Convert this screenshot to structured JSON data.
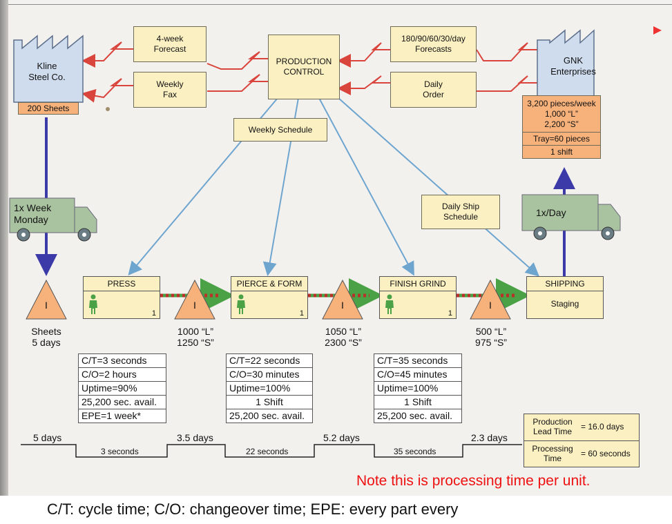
{
  "colors": {
    "box_fill": "#fbf0c2",
    "orange_fill": "#f7b27c",
    "electronic_flow": "#d9443c",
    "info_flow": "#6ea5cf",
    "material_flow": "#3b3aa8",
    "push_arrow": "#4aa146",
    "note": "#ee1111"
  },
  "supplier": {
    "name_line1": "Kline",
    "name_line2": "Steel Co.",
    "tag": "200 Sheets"
  },
  "customer": {
    "name_line1": "GNK",
    "name_line2": "Enterprises",
    "requirements": [
      "3,200 pieces/week",
      "1,000 “L”",
      "2,200 “S”"
    ],
    "tray": "Tray=60 pieces",
    "shift": "1 shift"
  },
  "control": {
    "line1": "PRODUCTION",
    "line2": "CONTROL"
  },
  "info_boxes": {
    "forecast4": [
      "4-week",
      "Forecast"
    ],
    "weekly_fax": [
      "Weekly",
      "Fax"
    ],
    "forecasts_cust": [
      "180/90/60/30/day",
      "Forecasts"
    ],
    "daily_order": [
      "Daily",
      "Order"
    ],
    "weekly_schedule": "Weekly Schedule",
    "daily_ship": [
      "Daily Ship",
      "Schedule"
    ]
  },
  "trucks": {
    "inbound": [
      "1x Week",
      "Monday"
    ],
    "outbound": "1x/Day"
  },
  "inventory_icon_letter": "I",
  "inventories": [
    {
      "lines": [
        "Sheets",
        "5 days"
      ]
    },
    {
      "lines": [
        "1000 “L”",
        "1250 “S”"
      ]
    },
    {
      "lines": [
        "1050 “L”",
        "2300 “S”"
      ]
    },
    {
      "lines": [
        "500 “L”",
        "975 “S”"
      ]
    }
  ],
  "processes": [
    {
      "name": "PRESS",
      "operators": "1",
      "data": [
        "C/T=3 seconds",
        "C/O=2 hours",
        "Uptime=90%",
        "25,200 sec. avail.",
        "EPE=1 week*"
      ]
    },
    {
      "name": "PIERCE & FORM",
      "operators": "1",
      "data": [
        "C/T=22 seconds",
        "C/O=30 minutes",
        "Uptime=100%",
        "1 Shift",
        "25,200 sec. avail."
      ]
    },
    {
      "name": "FINISH GRIND",
      "operators": "1",
      "data": [
        "C/T=35 seconds",
        "C/O=45 minutes",
        "Uptime=100%",
        "1 Shift",
        "25,200 sec. avail."
      ]
    },
    {
      "name": "SHIPPING",
      "body": "Staging"
    }
  ],
  "timeline": {
    "days": [
      "5 days",
      "3.5 days",
      "5.2 days",
      "2.3 days"
    ],
    "seconds": [
      "3 seconds",
      "22 seconds",
      "35 seconds"
    ]
  },
  "summary": {
    "lead_label": [
      "Production",
      "Lead Time"
    ],
    "lead_value": "= 16.0 days",
    "proc_label": [
      "Processing",
      "Time"
    ],
    "proc_value": "= 60 seconds"
  },
  "note": "Note this is processing time per unit.",
  "footer": "C/T: cycle time; C/O: changeover time; EPE: every part every"
}
